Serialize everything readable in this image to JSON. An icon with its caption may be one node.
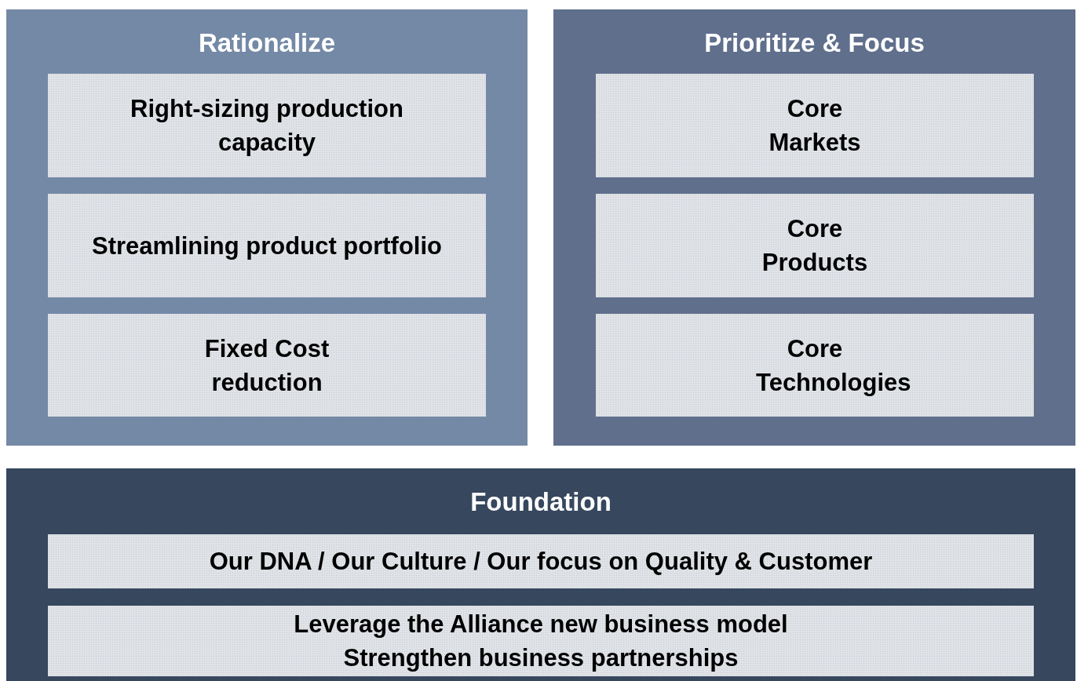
{
  "diagram": {
    "nodes": [
      {
        "text": [
          "Rationalize"
        ]
      },
      {
        "text": [
          "Right-sizing production capacity"
        ],
        "in": 0
      },
      {
        "text": [
          "Streamlining product portfolio"
        ],
        "in": 0
      },
      {
        "text": [
          "Fixed Cost reduction"
        ],
        "in": 0
      },
      {
        "text": [
          "Prioritize & Focus"
        ]
      },
      {
        "text": [
          "Core Markets"
        ],
        "in": 4
      },
      {
        "text": [
          "Core Products"
        ],
        "in": 4
      },
      {
        "text": [
          "Core Technologies"
        ],
        "in": 4
      },
      {
        "text": [
          "Foundation"
        ]
      },
      {
        "text": [
          "Our DNA / Our Culture / Our focus on Quality & Customer"
        ],
        "in": 8
      },
      {
        "text": [
          "Leverage the Alliance new business model",
          "Strengthen business partnerships"
        ],
        "in": 8
      }
    ]
  }
}
